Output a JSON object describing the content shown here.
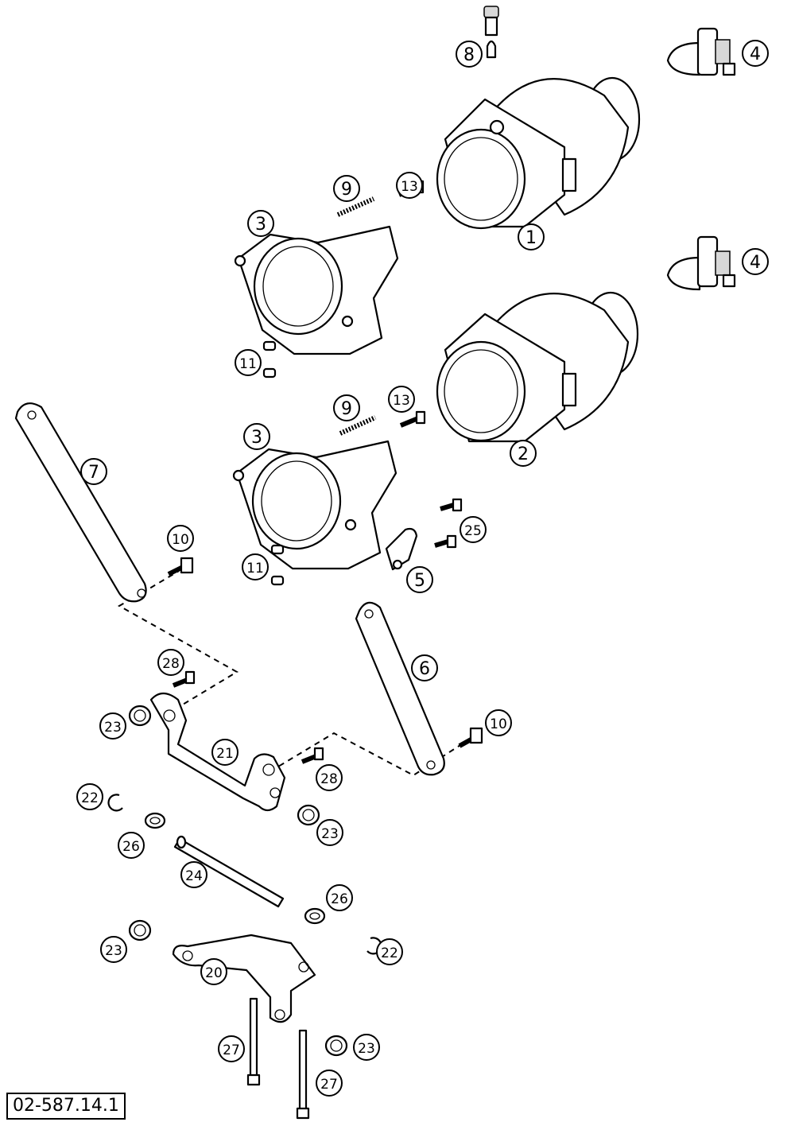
{
  "diagram_id": "02-587.14.1",
  "callouts": [
    {
      "part": "1",
      "label": "1"
    },
    {
      "part": "2",
      "label": "2"
    },
    {
      "part": "3a",
      "label": "3"
    },
    {
      "part": "3b",
      "label": "3"
    },
    {
      "part": "4a",
      "label": "4"
    },
    {
      "part": "4b",
      "label": "4"
    },
    {
      "part": "5",
      "label": "5"
    },
    {
      "part": "6",
      "label": "6"
    },
    {
      "part": "7",
      "label": "7"
    },
    {
      "part": "8",
      "label": "8"
    },
    {
      "part": "9a",
      "label": "9"
    },
    {
      "part": "9b",
      "label": "9"
    },
    {
      "part": "10a",
      "label": "10"
    },
    {
      "part": "10b",
      "label": "10"
    },
    {
      "part": "11a",
      "label": "11"
    },
    {
      "part": "11b",
      "label": "11"
    },
    {
      "part": "13a",
      "label": "13"
    },
    {
      "part": "13b",
      "label": "13"
    },
    {
      "part": "20",
      "label": "20"
    },
    {
      "part": "21",
      "label": "21"
    },
    {
      "part": "22a",
      "label": "22"
    },
    {
      "part": "22b",
      "label": "22"
    },
    {
      "part": "23a",
      "label": "23"
    },
    {
      "part": "23b",
      "label": "23"
    },
    {
      "part": "23c",
      "label": "23"
    },
    {
      "part": "23d",
      "label": "23"
    },
    {
      "part": "24",
      "label": "24"
    },
    {
      "part": "25",
      "label": "25"
    },
    {
      "part": "26a",
      "label": "26"
    },
    {
      "part": "26b",
      "label": "26"
    },
    {
      "part": "27a",
      "label": "27"
    },
    {
      "part": "27b",
      "label": "27"
    },
    {
      "part": "28a",
      "label": "28"
    },
    {
      "part": "28b",
      "label": "28"
    }
  ]
}
